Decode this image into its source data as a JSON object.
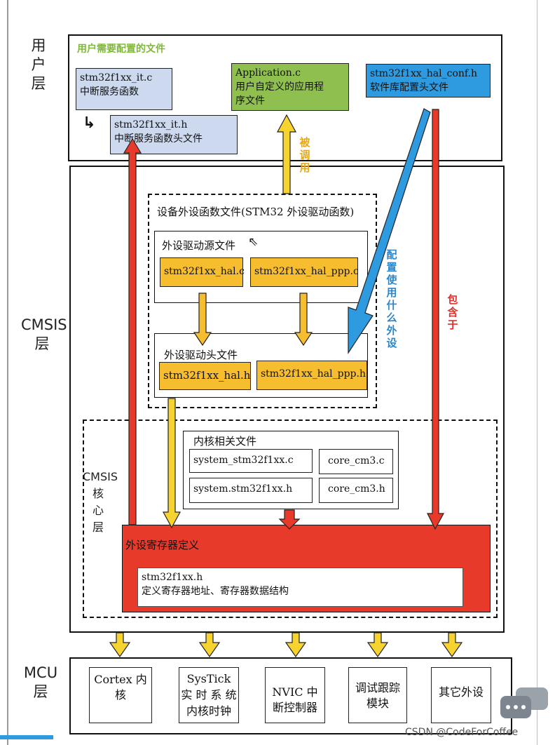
{
  "layers": {
    "user": "用\n户\n层",
    "cmsis": "CMSIS\n层",
    "cmsis_core": "CMSIS\n核\n心\n层",
    "mcu": "MCU\n层"
  },
  "user_layer": {
    "title": "用户需要配置的文件",
    "it_c": "stm32f1xx_it.c\n中断服务函数",
    "it_h": "stm32f1xx_it.h\n中断服务函数头文件",
    "app": "Application.c\n用户自定义的应用程\n序文件",
    "conf": "stm32f1xx_hal_conf.h\n软件库配置头文件"
  },
  "device_files": {
    "title": "设备外设函数文件(STM32 外设驱动函数)",
    "src_title": "外设驱动源文件",
    "hal_c": "stm32f1xx_hal.c",
    "hal_ppp_c": "stm32f1xx_hal_ppp.c",
    "hdr_title": "外设驱动头文件",
    "hal_h": "stm32f1xx_hal.h",
    "hal_ppp_h": "stm32f1xx_hal_ppp.h"
  },
  "core_files": {
    "title": "内核相关文件",
    "system_c": "system_stm32f1xx.c",
    "core_c": "core_cm3.c",
    "system_h": "system.stm32f1xx.h",
    "core_h": "core_cm3.h"
  },
  "registers": {
    "title": "外设寄存器定义",
    "file": "stm32f1xx.h\n定义寄存器地址、寄存器数据结构"
  },
  "arrow_labels": {
    "called": "被调用",
    "config": "配置使用什么外设",
    "include": "包含于"
  },
  "mcu": {
    "items": [
      "Cortex 内\n核",
      "SysTick\n实 时 系 统\n内核时钟",
      "NVIC  中\n断控制器",
      "调试跟踪\n模块",
      "其它外设"
    ]
  },
  "watermark": "CSDN @CodeForCoffee",
  "colors": {
    "light_blue": "#ccd9ee",
    "green": "#8fc04f",
    "blue": "#2e9ae0",
    "orange": "#f6be2f",
    "red": "#e83a2a",
    "arrow_yellow": "#f6d32f"
  },
  "icons": [
    "return-arrow-icon",
    "mouse-cursor-icon",
    "chat-bubble-icon"
  ]
}
